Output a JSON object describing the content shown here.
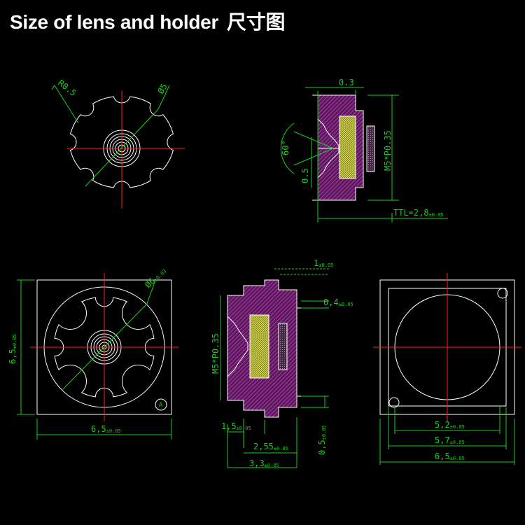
{
  "title": {
    "en": "Size of lens and holder",
    "cn": "尺寸图"
  },
  "dims": {
    "r05": "R0.5",
    "d5": "Ø5",
    "d03": "0.3",
    "angle60": "60°",
    "d05a": "0.5",
    "thread1": "M5*P0.35",
    "ttl": "TTL=2,8",
    "ttl_tol": "±0.05",
    "d6": "Ø6",
    "d6_tol": "±0.03",
    "w65_side": "6,5",
    "w65_side_tol": "±0.05",
    "w65_bottom": "6,5",
    "w65_bottom_tol": "±0.05",
    "mark_a": "A",
    "t1": "1",
    "t1_tol": "±0.05",
    "d04": "0,4",
    "d04_tol": "±0.05",
    "thread2": "M5*P0.35",
    "d15": "1,5",
    "d15_tol": "±0.05",
    "d255": "2,55",
    "d255_tol": "±0.05",
    "d33": "3,3",
    "d33_tol": "±0.05",
    "d05b": "0,5",
    "d05b_tol": "±0.05",
    "d52": "5,2",
    "d52_tol": "±0.05",
    "d57": "5,7",
    "d57_tol": "±0.05",
    "d65r": "6,5",
    "d65r_tol": "±0.05"
  },
  "colors": {
    "outline": "#ffffff",
    "center": "#ff2020",
    "dimension": "#19d019",
    "section": "#c23cc2",
    "glass": "#e8e84a"
  }
}
